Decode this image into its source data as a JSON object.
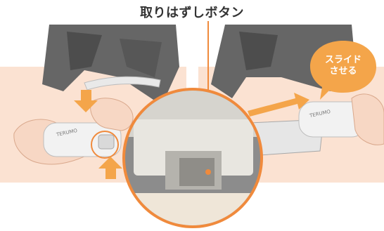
{
  "label": {
    "release_button": "取りはずしボタン"
  },
  "bubble": {
    "line1": "スライド",
    "line2": "させる"
  },
  "device": {
    "brand_left": "TERUMO",
    "brand_right": "TERUMO"
  },
  "colors": {
    "skin": "#fbe2d2",
    "skin_shadow": "#f0c8b2",
    "shirt": "#666666",
    "shirt_dark": "#4d4d4d",
    "device": "#f2f2f2",
    "accent": "#f4a54a",
    "callout_line": "#f08a3c"
  }
}
